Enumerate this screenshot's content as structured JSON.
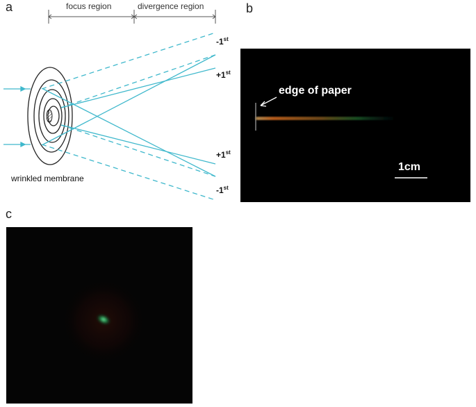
{
  "panels": {
    "a": "a",
    "b": "b",
    "c": "c"
  },
  "diagram_a": {
    "focus_region": "focus region",
    "divergence_region": "divergence region",
    "orders": {
      "minus_first_top": "-1",
      "plus_first_top": "+1",
      "plus_first_bottom": "+1",
      "minus_first_bottom": "-1",
      "superscript": "st"
    },
    "membrane_label": "wrinkled membrane",
    "beam_color": "#3fb8cc"
  },
  "photo_b": {
    "edge_label": "edge of paper",
    "scale_label": "1cm"
  }
}
